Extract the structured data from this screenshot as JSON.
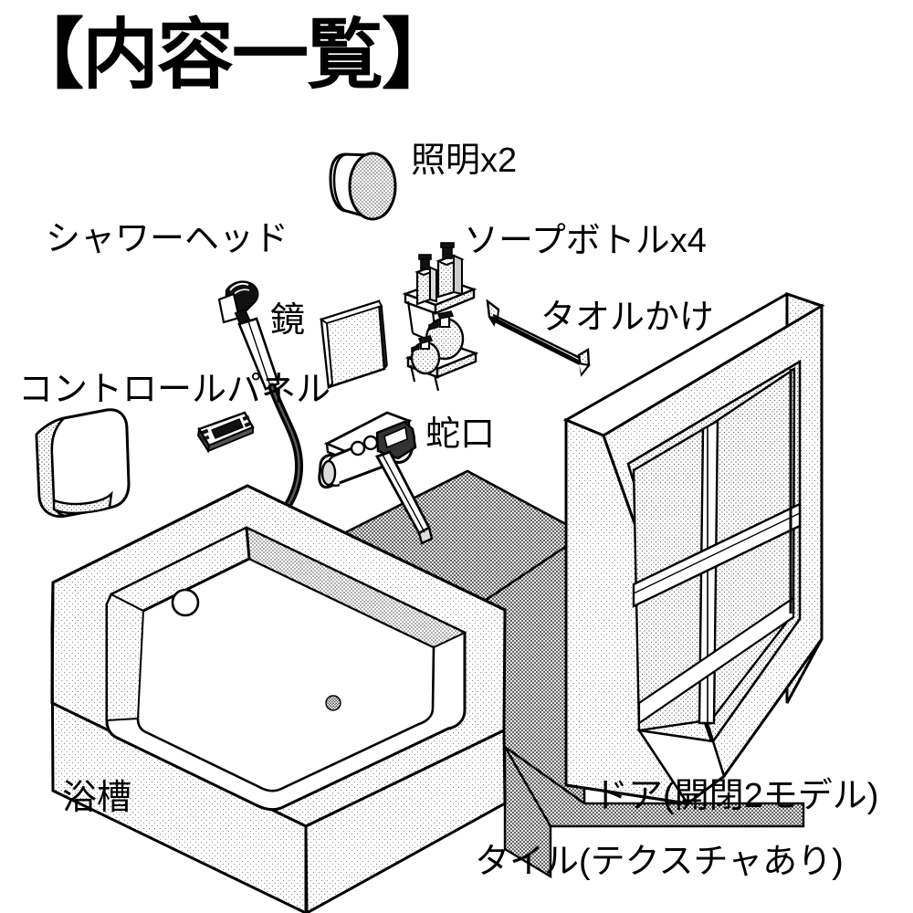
{
  "title": "【内容一覧】",
  "labels": {
    "lighting": "照明x2",
    "shower_head": "シャワーヘッド",
    "soap_bottle": "ソープボトルx4",
    "mirror": "鏡",
    "towel_rack": "タオルかけ",
    "control_panel": "コントロールパネル",
    "faucet": "蛇口",
    "bathtub": "浴槽",
    "door": "ドア(開閉2モデル)",
    "tile": "タイル(テクスチャあり)"
  },
  "colors": {
    "ink": "#000000",
    "background": "#ffffff",
    "light_fill": "#f2f2f2",
    "mid_fill": "#d9d9d9",
    "dark_fill": "#b3b3b3"
  },
  "illustration": {
    "description": "isometric line-art bathroom asset sheet",
    "parts": [
      "lighting",
      "shower_head",
      "soap_bottle",
      "mirror",
      "towel_rack",
      "control_panel",
      "faucet",
      "bathtub",
      "door",
      "tile"
    ]
  }
}
